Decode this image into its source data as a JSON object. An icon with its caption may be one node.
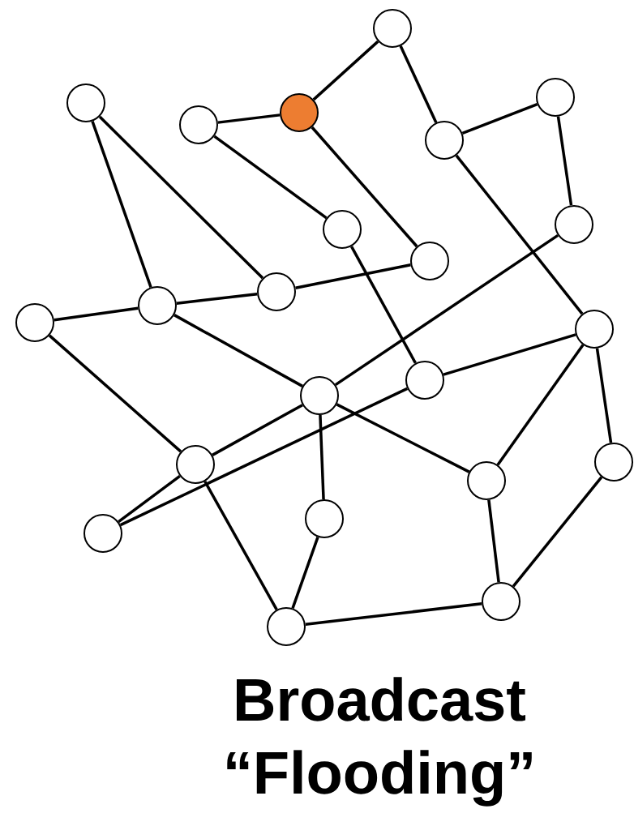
{
  "diagram": {
    "caption": "Broadcast “Flooding”",
    "nodes": [
      {
        "text": [],
        "shape": "circle"
      },
      {
        "text": [],
        "shape": "circle"
      },
      {
        "text": [],
        "shape": "circle"
      },
      {
        "text": [],
        "shape": "circle"
      },
      {
        "text": [],
        "shape": "circle"
      },
      {
        "text": [],
        "shape": "circle"
      },
      {
        "text": [],
        "shape": "circle"
      },
      {
        "text": [],
        "shape": "circle"
      },
      {
        "text": [],
        "shape": "circle"
      },
      {
        "text": [],
        "shape": "circle"
      },
      {
        "text": [],
        "shape": "circle"
      },
      {
        "text": [],
        "shape": "circle"
      },
      {
        "text": [],
        "shape": "circle"
      },
      {
        "text": [],
        "shape": "circle"
      },
      {
        "text": [],
        "shape": "circle"
      },
      {
        "text": [],
        "shape": "circle"
      },
      {
        "text": [],
        "shape": "circle"
      },
      {
        "text": [],
        "shape": "circle"
      },
      {
        "text": [],
        "shape": "circle"
      },
      {
        "text": [],
        "shape": "circle"
      },
      {
        "text": [],
        "shape": "circle"
      },
      {
        "text": [],
        "shape": "circle"
      }
    ],
    "edges": [
      {
        "from": 3,
        "to": 0,
        "arrow": "none"
      },
      {
        "from": 0,
        "to": 4,
        "arrow": "none"
      },
      {
        "from": 4,
        "to": 5,
        "arrow": "none"
      },
      {
        "from": 5,
        "to": 8,
        "arrow": "none"
      },
      {
        "from": 2,
        "to": 3,
        "arrow": "none"
      },
      {
        "from": 3,
        "to": 7,
        "arrow": "none"
      },
      {
        "from": 2,
        "to": 6,
        "arrow": "none"
      },
      {
        "from": 6,
        "to": 13,
        "arrow": "none"
      },
      {
        "from": 1,
        "to": 10,
        "arrow": "none"
      },
      {
        "from": 1,
        "to": 9,
        "arrow": "none"
      },
      {
        "from": 10,
        "to": 9,
        "arrow": "none"
      },
      {
        "from": 9,
        "to": 7,
        "arrow": "none"
      },
      {
        "from": 11,
        "to": 10,
        "arrow": "none"
      },
      {
        "from": 11,
        "to": 15,
        "arrow": "none"
      },
      {
        "from": 10,
        "to": 14,
        "arrow": "none"
      },
      {
        "from": 14,
        "to": 8,
        "arrow": "none"
      },
      {
        "from": 15,
        "to": 14,
        "arrow": "none"
      },
      {
        "from": 4,
        "to": 12,
        "arrow": "none"
      },
      {
        "from": 18,
        "to": 13,
        "arrow": "none"
      },
      {
        "from": 13,
        "to": 12,
        "arrow": "none"
      },
      {
        "from": 18,
        "to": 15,
        "arrow": "none"
      },
      {
        "from": 14,
        "to": 19,
        "arrow": "none"
      },
      {
        "from": 14,
        "to": 17,
        "arrow": "none"
      },
      {
        "from": 12,
        "to": 17,
        "arrow": "none"
      },
      {
        "from": 12,
        "to": 16,
        "arrow": "none"
      },
      {
        "from": 16,
        "to": 20,
        "arrow": "none"
      },
      {
        "from": 17,
        "to": 20,
        "arrow": "none"
      },
      {
        "from": 15,
        "to": 21,
        "arrow": "none"
      },
      {
        "from": 19,
        "to": 21,
        "arrow": "none"
      },
      {
        "from": 21,
        "to": 20,
        "arrow": "none"
      }
    ]
  }
}
